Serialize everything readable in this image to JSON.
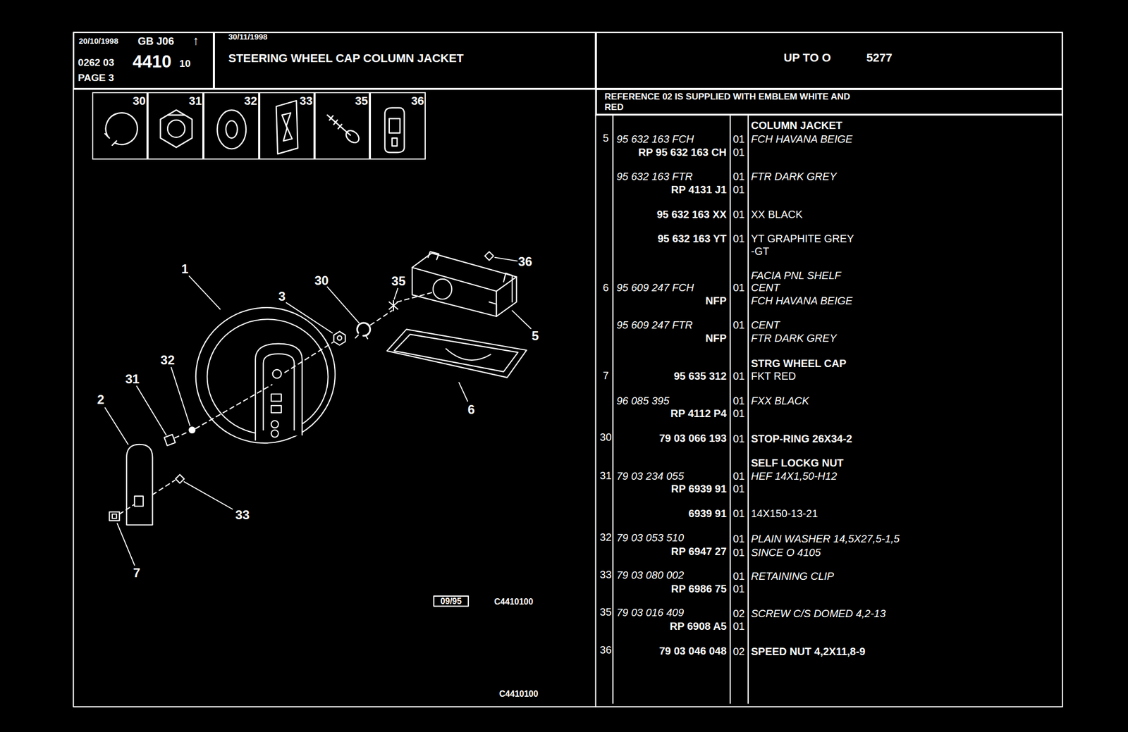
{
  "diagram": {
    "title": "STEERING WHEEL CAP COLUMN JACKET",
    "nodes": [
      {
        "text": [
          "20/10/1998",
          "GB J06",
          "↑",
          "0262 03",
          "4410",
          "10",
          "PAGE 3"
        ]
      },
      {
        "text": [
          "30/11/1998"
        ]
      },
      {
        "text": [
          "UP TO O",
          "5277"
        ]
      },
      {
        "text": [
          "REFERENCE 02 IS SUPPLIED WITH EMBLEM WHITE AND RED"
        ]
      },
      {
        "text": [
          "30"
        ]
      },
      {
        "text": [
          "31"
        ]
      },
      {
        "text": [
          "32"
        ]
      },
      {
        "text": [
          "33"
        ]
      },
      {
        "text": [
          "35"
        ]
      },
      {
        "text": [
          "36"
        ]
      }
    ],
    "labels": [
      "1",
      "2",
      "3",
      "5",
      "6",
      "7",
      "30",
      "31",
      "32",
      "33",
      "35",
      "36",
      "09/95",
      "C4410100",
      "C4410100",
      "COLUMN JACKET",
      "5",
      "95 632 163 FCH",
      "01",
      "FCH HAVANA BEIGE",
      "RP 95 632 163 CH",
      "01",
      "95 632 163 FTR",
      "01",
      "FTR DARK GREY",
      "RP 4131 J1",
      "01",
      "95 632 163 XX",
      "01",
      "XX BLACK",
      "95 632 163 YT",
      "01",
      "YT GRAPHITE GREY",
      "-GT",
      "FACIA PNL SHELF",
      "6",
      "95 609 247 FCH",
      "01",
      "CENT",
      "NFP",
      "FCH HAVANA BEIGE",
      "95 609 247 FTR",
      "01",
      "CENT",
      "NFP",
      "FTR DARK GREY",
      "STRG WHEEL CAP",
      "7",
      "95 635 312",
      "01",
      "FKT RED",
      "96 085 395",
      "01",
      "FXX BLACK",
      "RP 4112 P4",
      "01",
      "30",
      "79 03 066 193",
      "01",
      "STOP-RING 26X34-2",
      "SELF LOCKG NUT",
      "31",
      "79 03 234 055",
      "01",
      "HEF 14X1,50-H12",
      "RP 6939 91",
      "01",
      "6939 91",
      "01",
      "14X150-13-21",
      "32",
      "79 03 053 510",
      "01",
      "PLAIN WASHER 14,5X27,5-1,5",
      "RP 6947 27",
      "01",
      "SINCE O 4105",
      "33",
      "79 03 080 002",
      "01",
      "RETAINING CLIP",
      "RP 6986 75",
      "01",
      "35",
      "79 03 016 409",
      "02",
      "SCREW C/S DOMED 4,2-13",
      "RP 6908 A5",
      "01",
      "36",
      "79 03 046 048",
      "02",
      "SPEED NUT 4,2X11,8-9"
    ]
  }
}
